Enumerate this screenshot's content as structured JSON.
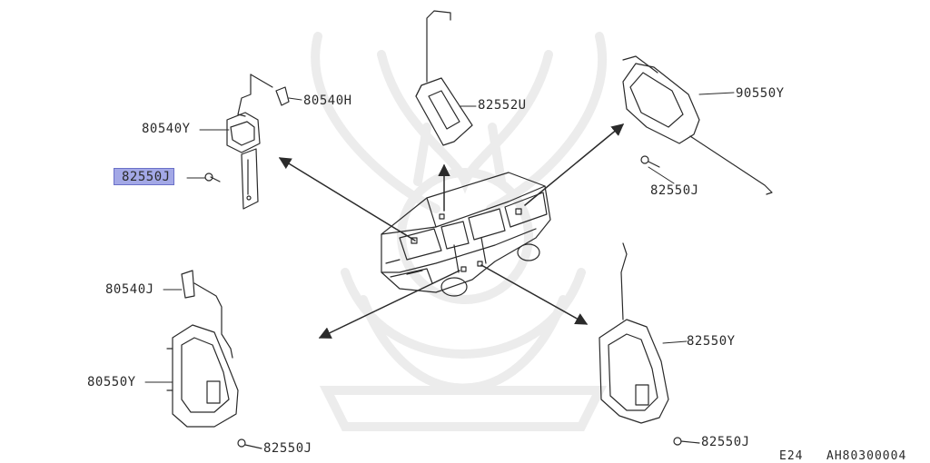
{
  "diagram": {
    "labels": {
      "p80540H": "80540H",
      "p82552U": "82552U",
      "p90550Y": "90550Y",
      "p80540Y": "80540Y",
      "p82550J_highlighted": "82550J",
      "p82550J_right": "82550J",
      "p80540J": "80540J",
      "p82550Y": "82550Y",
      "p80550Y": "80550Y",
      "p82550J_bottom_left": "82550J",
      "p82550J_bottom_right": "82550J"
    },
    "footer": {
      "section": "E24",
      "illustration_id": "AH80300004"
    },
    "colors": {
      "line": "#2a2a2a",
      "highlight": "#a3a8e6",
      "watermark": "#ececec"
    }
  }
}
